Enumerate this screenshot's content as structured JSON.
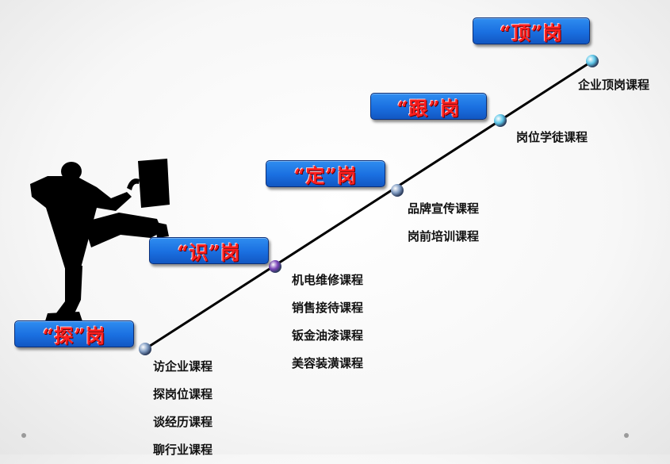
{
  "stages": [
    {
      "id": "tan",
      "label": "“探”岗",
      "node_color": "#7f9bc2",
      "courses": [
        "访企业课程",
        "探岗位课程",
        "谈经历课程",
        "聊行业课程"
      ]
    },
    {
      "id": "shi",
      "label": "“识”岗",
      "node_color": "#7a44b8",
      "courses": [
        "机电维修课程",
        "销售接待课程",
        "钣金油漆课程",
        "美容装潢课程"
      ]
    },
    {
      "id": "ding",
      "label": "“定”岗",
      "node_color": "#7f9bc2",
      "courses": [
        "品牌宣传课程",
        "岗前培训课程"
      ]
    },
    {
      "id": "gen",
      "label": "“跟”岗",
      "node_color": "#5cc6e8",
      "courses": [
        "岗位学徒课程"
      ]
    },
    {
      "id": "ding2",
      "label": "“顶”岗",
      "node_color": "#5cc6e8",
      "courses": [
        "企业顶岗课程"
      ]
    }
  ],
  "colors": {
    "box_fill": "#1a6fe0",
    "box_border": "#0b2f78",
    "label_text": "#ff1f1f",
    "path_line": "#000000",
    "course_text": "#111111"
  },
  "icons": {
    "silhouette": "kicking-man-with-briefcase-silhouette"
  }
}
